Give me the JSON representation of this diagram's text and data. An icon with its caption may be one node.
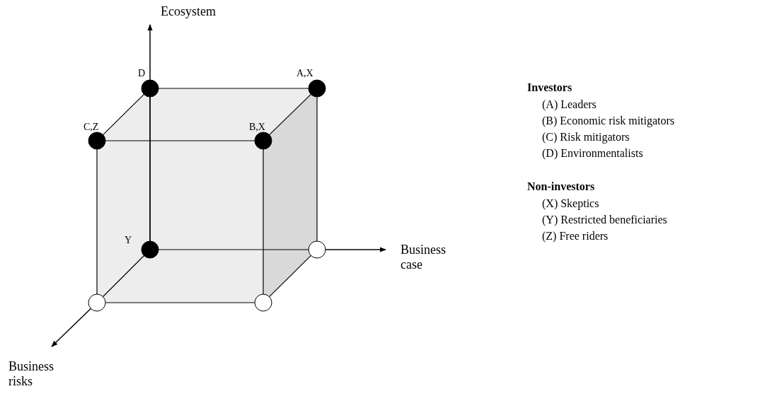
{
  "diagram": {
    "nodes": [
      {
        "text": [],
        "shape": "circle",
        "beside": [
          "D"
        ]
      },
      {
        "text": [],
        "shape": "circle",
        "beside": [
          "A,X"
        ]
      },
      {
        "text": [],
        "shape": "circle",
        "beside": [
          "C,Z"
        ]
      },
      {
        "text": [],
        "shape": "circle",
        "beside": [
          "B,X"
        ]
      },
      {
        "text": [],
        "shape": "circle",
        "beside": [
          "Y"
        ]
      },
      {
        "text": [],
        "shape": "circle"
      },
      {
        "text": [],
        "shape": "circle"
      },
      {
        "text": [],
        "shape": "circle"
      }
    ],
    "edges": [
      {
        "from": 0,
        "to": 1,
        "arrow": "none"
      },
      {
        "from": 0,
        "to": 2,
        "arrow": "none"
      },
      {
        "from": 1,
        "to": 3,
        "arrow": "none"
      },
      {
        "from": 2,
        "to": 3,
        "arrow": "none"
      },
      {
        "from": 0,
        "to": 4,
        "arrow": "none"
      },
      {
        "from": 1,
        "to": 5,
        "arrow": "none"
      },
      {
        "from": 2,
        "to": 6,
        "arrow": "none"
      },
      {
        "from": 3,
        "to": 7,
        "arrow": "none"
      },
      {
        "from": 4,
        "to": 5,
        "arrow": "none"
      },
      {
        "from": 4,
        "to": 6,
        "arrow": "none"
      },
      {
        "from": 5,
        "to": 7,
        "arrow": "none"
      },
      {
        "from": 6,
        "to": 7,
        "arrow": "none"
      }
    ],
    "labels": [
      "Ecosystem",
      "Investors",
      "(A) Leaders",
      "(B) Economic risk mitigators",
      "(C) Risk mitigators",
      "(D) Environmentalists",
      "Business case",
      "Non-investors",
      "(X) Skeptics",
      "(Y) Restricted beneficiaries",
      "(Z) Free riders",
      "Business risks"
    ]
  }
}
